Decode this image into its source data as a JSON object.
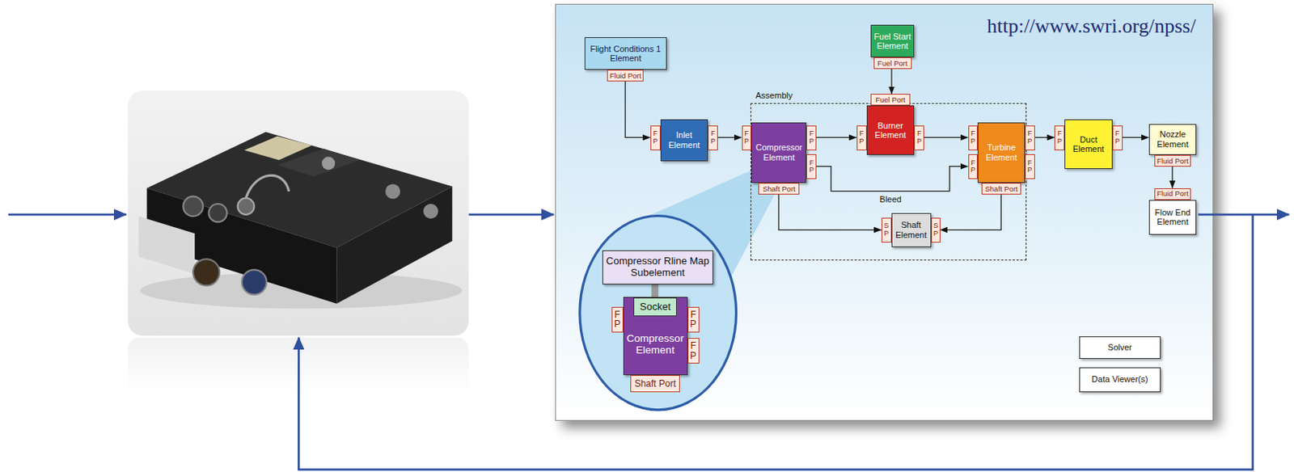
{
  "diagram": {
    "nodes": [
      {
        "text": [
          "http://www.swri.org/npss/"
        ]
      },
      {
        "text": [
          "Flight Conditions 1 Element"
        ],
        "in": 0
      },
      {
        "text": [
          "Fluid Port"
        ],
        "in": 1
      },
      {
        "text": [
          "Fuel Start Element"
        ],
        "in": 0
      },
      {
        "text": [
          "Fuel Port"
        ],
        "in": 3
      },
      {
        "text": [
          "Inlet Element"
        ],
        "in": 0
      },
      {
        "text": [
          "F P"
        ],
        "in": 5
      },
      {
        "text": [
          "F P"
        ],
        "in": 5
      },
      {
        "text": [
          "Assembly"
        ],
        "in": 0
      },
      {
        "text": [
          "Compressor Element"
        ],
        "in": 8
      },
      {
        "text": [
          "F P"
        ],
        "in": 9
      },
      {
        "text": [
          "F P"
        ],
        "in": 9
      },
      {
        "text": [
          "F P"
        ],
        "in": 9
      },
      {
        "text": [
          "Shaft Port"
        ],
        "in": 9
      },
      {
        "text": [
          "Burner Element"
        ],
        "in": 8
      },
      {
        "text": [
          "Fuel Port"
        ],
        "in": 14
      },
      {
        "text": [
          "F P"
        ],
        "in": 14
      },
      {
        "text": [
          "F P"
        ],
        "in": 14
      },
      {
        "text": [
          "Turbine Element"
        ],
        "in": 8
      },
      {
        "text": [
          "F P"
        ],
        "in": 18
      },
      {
        "text": [
          "F P"
        ],
        "in": 18
      },
      {
        "text": [
          "F P"
        ],
        "in": 18
      },
      {
        "text": [
          "F P"
        ],
        "in": 18
      },
      {
        "text": [
          "Shaft Port"
        ],
        "in": 18
      },
      {
        "text": [
          "Shaft Element"
        ],
        "in": 8
      },
      {
        "text": [
          "S P"
        ],
        "in": 24
      },
      {
        "text": [
          "S P"
        ],
        "in": 24
      },
      {
        "text": [
          "Duct Element"
        ],
        "in": 0
      },
      {
        "text": [
          "F P"
        ],
        "in": 27
      },
      {
        "text": [
          "F P"
        ],
        "in": 27
      },
      {
        "text": [
          "Nozzle Element"
        ],
        "in": 0
      },
      {
        "text": [
          "Fluid Port"
        ],
        "in": 30
      },
      {
        "text": [
          "Flow End Element"
        ],
        "in": 0
      },
      {
        "text": [
          "Fluid Port"
        ],
        "in": 32
      },
      {
        "text": [
          "Compressor Rline Map Subelement"
        ],
        "in": 0
      },
      {
        "text": [
          "Compressor Element"
        ],
        "in": 0
      },
      {
        "text": [
          "Socket"
        ],
        "in": 35
      },
      {
        "text": [
          "F P"
        ],
        "in": 35
      },
      {
        "text": [
          "F P"
        ],
        "in": 35
      },
      {
        "text": [
          "F P"
        ],
        "in": 35
      },
      {
        "text": [
          "Shaft Port"
        ],
        "in": 35
      },
      {
        "text": [
          "Solver"
        ],
        "in": 0
      },
      {
        "text": [
          "Data Viewer(s)"
        ],
        "in": 0
      }
    ],
    "edges": [
      {
        "from": 2,
        "to": 6,
        "arrow": "to"
      },
      {
        "from": 7,
        "to": 10,
        "arrow": "to"
      },
      {
        "from": 4,
        "to": 15,
        "arrow": "to"
      },
      {
        "from": 11,
        "to": 16,
        "arrow": "to"
      },
      {
        "from": 17,
        "to": 19,
        "arrow": "to"
      },
      {
        "from": 12,
        "to": 20,
        "label": "Bleed",
        "arrow": "to"
      },
      {
        "from": 13,
        "to": 25,
        "arrow": "to"
      },
      {
        "from": 23,
        "to": 26,
        "arrow": "to"
      },
      {
        "from": 21,
        "to": 28,
        "arrow": "to"
      },
      {
        "from": 29,
        "to": 30,
        "arrow": "to"
      },
      {
        "from": 31,
        "to": 33,
        "arrow": "to"
      },
      {
        "from": 34,
        "to": 36,
        "arrow": "none"
      }
    ]
  }
}
